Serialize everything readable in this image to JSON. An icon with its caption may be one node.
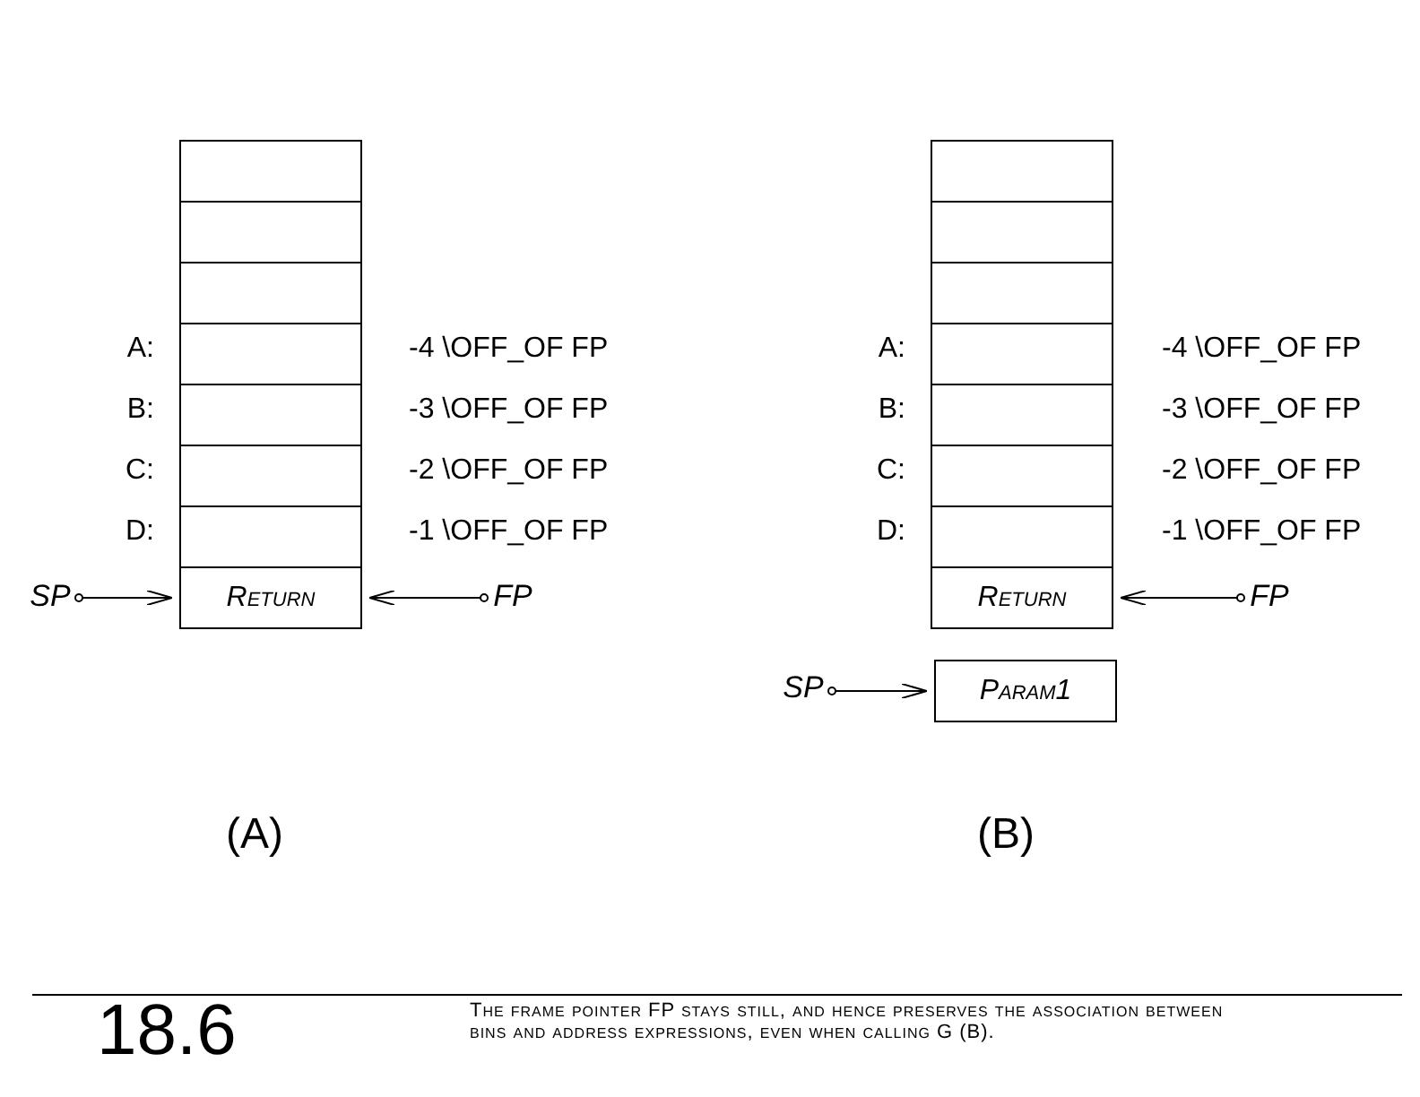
{
  "diagram": {
    "caption": "The frame pointer FP stays still, and hence preserves the association between bins and address expressions, even when calling G (B).",
    "nodes": [
      {
        "text": [],
        "shape": "box"
      },
      {
        "text": [],
        "shape": "box"
      },
      {
        "text": [],
        "shape": "box"
      },
      {
        "text": [],
        "shape": "box"
      },
      {
        "text": [],
        "shape": "box"
      },
      {
        "text": [],
        "shape": "box"
      },
      {
        "text": [],
        "shape": "box"
      },
      {
        "text": [
          "Return"
        ]
      },
      {
        "text": [
          "SP"
        ]
      },
      {
        "text": [
          "FP"
        ]
      },
      {
        "text": [],
        "shape": "box"
      },
      {
        "text": [],
        "shape": "box"
      },
      {
        "text": [],
        "shape": "box"
      },
      {
        "text": [],
        "shape": "box"
      },
      {
        "text": [],
        "shape": "box"
      },
      {
        "text": [],
        "shape": "box"
      },
      {
        "text": [],
        "shape": "box"
      },
      {
        "text": [
          "Return"
        ]
      },
      {
        "text": [
          "FP"
        ]
      },
      {
        "text": [
          "SP"
        ]
      },
      {
        "text": [
          "Param1"
        ]
      }
    ],
    "edges": [
      {
        "from": 8,
        "to": 7,
        "arrow": "to"
      },
      {
        "from": 9,
        "to": 7,
        "arrow": "to"
      },
      {
        "from": 18,
        "to": 17,
        "arrow": "to"
      },
      {
        "from": 19,
        "to": 20,
        "arrow": "to"
      }
    ],
    "labels": [
      "A:",
      "-4 \\OFF_OF FP",
      "B:",
      "-3 \\OFF_OF FP",
      "C:",
      "-2 \\OFF_OF FP",
      "D:",
      "-1 \\OFF_OF FP",
      "A:",
      "-4 \\OFF_OF FP",
      "B:",
      "-3 \\OFF_OF FP",
      "C:",
      "-2 \\OFF_OF FP",
      "D:",
      "-1 \\OFF_OF FP",
      "(A)",
      "(B)",
      "18.6"
    ]
  }
}
